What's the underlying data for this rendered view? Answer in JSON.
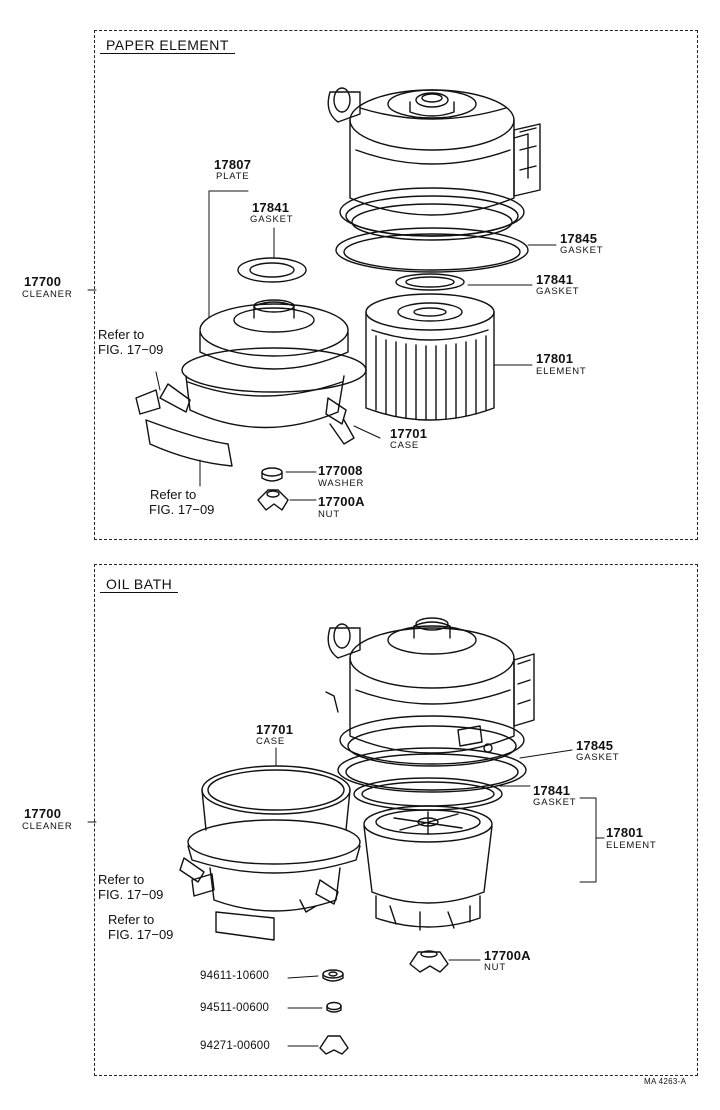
{
  "figure_code": "MA 4263-A",
  "paper_element": {
    "title": "PAPER ELEMENT",
    "cleaner_num": "17700",
    "cleaner_lbl": "CLEANER",
    "plate_num": "17807",
    "plate_lbl": "PLATE",
    "gasket_top_num": "17841",
    "gasket_top_lbl": "GASKET",
    "gasket_big_num": "17845",
    "gasket_big_lbl": "GASKET",
    "gasket_mid_num": "17841",
    "gasket_mid_lbl": "GASKET",
    "element_num": "17801",
    "element_lbl": "ELEMENT",
    "case_num": "17701",
    "case_lbl": "CASE",
    "washer_num": "177008",
    "washer_lbl": "WASHER",
    "nut_num": "17700A",
    "nut_lbl": "NUT",
    "refer1": [
      "Refer to",
      "FIG. 17−09"
    ],
    "refer2": [
      "Refer to",
      "FIG. 17−09"
    ]
  },
  "oil_bath": {
    "title": "OIL BATH",
    "cleaner_num": "17700",
    "cleaner_lbl": "CLEANER",
    "case_num": "17701",
    "case_lbl": "CASE",
    "gasket_big_num": "17845",
    "gasket_big_lbl": "GASKET",
    "gasket_num": "17841",
    "gasket_lbl": "GASKET",
    "element_num": "17801",
    "element_lbl": "ELEMENT",
    "nut_num": "17700A",
    "nut_lbl": "NUT",
    "refer1": [
      "Refer to",
      "FIG. 17−09"
    ],
    "refer2": [
      "Refer to",
      "FIG. 17−09"
    ],
    "hardware": [
      "94611-10600",
      "94511-00600",
      "94271-00600"
    ]
  }
}
